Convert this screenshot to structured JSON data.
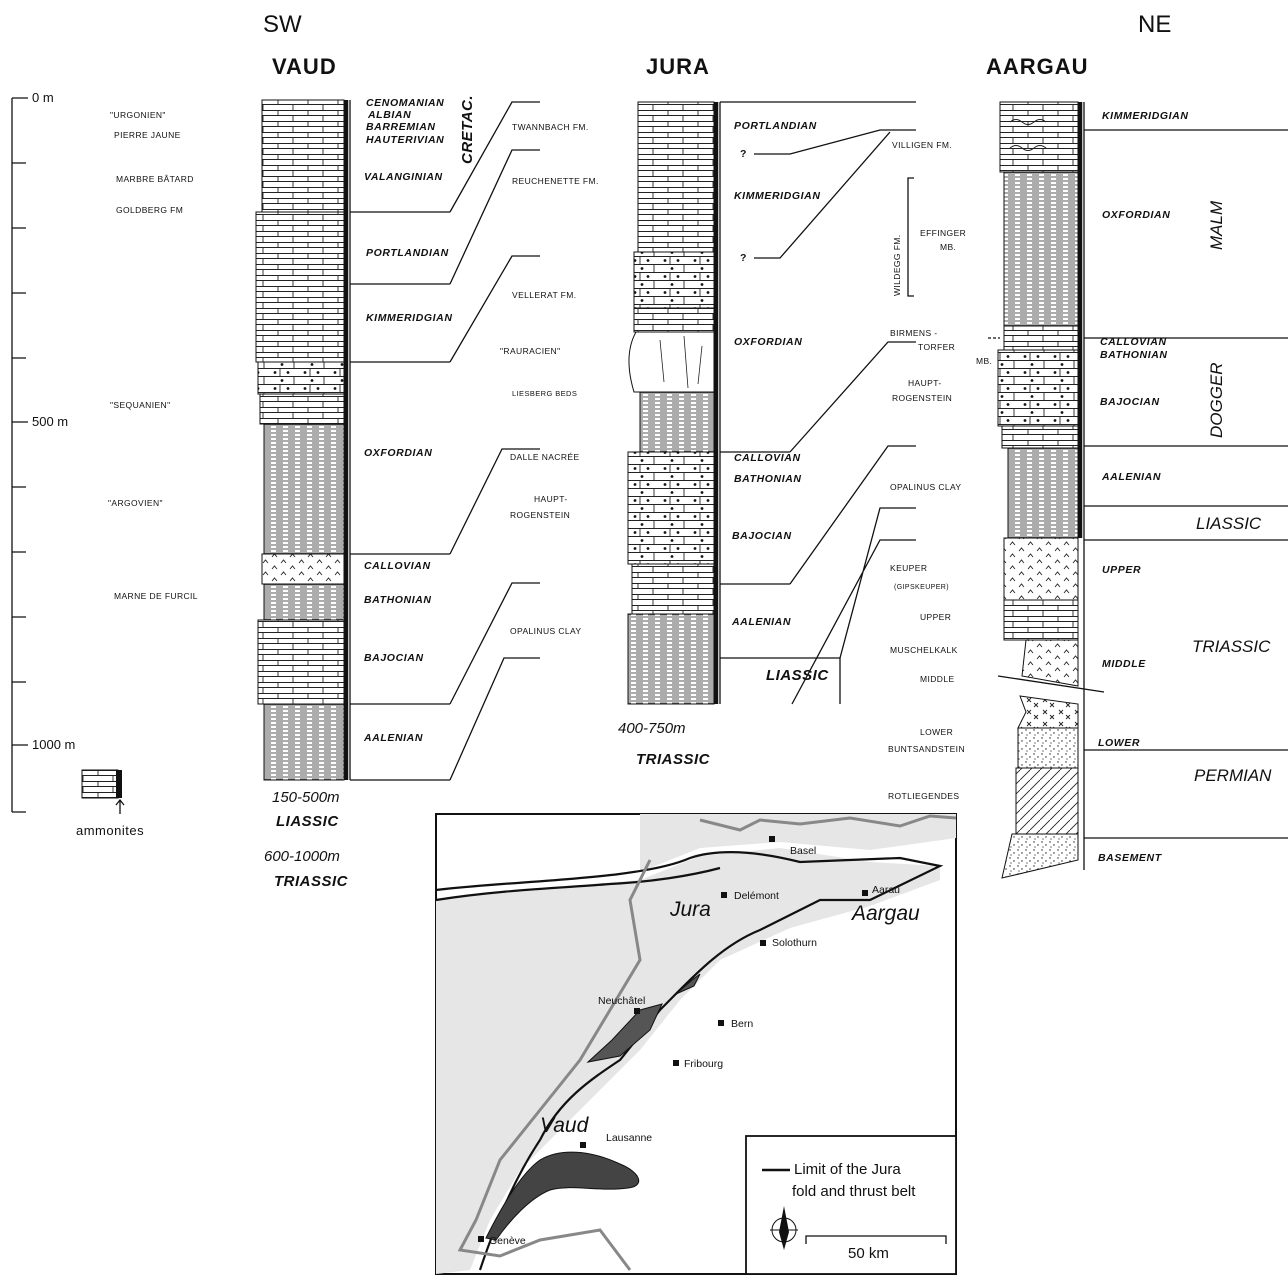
{
  "directions": {
    "sw": "SW",
    "ne": "NE"
  },
  "columns": {
    "vaud": {
      "title": "VAUD",
      "formations": [
        "\"URGONIEN\"",
        "PIERRE JAUNE",
        "MARBRE BÂTARD",
        "GOLDBERG FM",
        "\"SEQUANIEN\"",
        "\"ARGOVIEN\"",
        "MARNE DE FURCIL"
      ],
      "stages": [
        "CENOMANIAN",
        "ALBIAN",
        "BARREMIAN",
        "HAUTERIVIAN",
        "VALANGINIAN",
        "PORTLANDIAN",
        "KIMMERIDGIAN",
        "OXFORDIAN",
        "CALLOVIAN",
        "BATHONIAN",
        "BAJOCIAN",
        "AALENIAN"
      ],
      "system": "CRETAC.",
      "thickness": [
        "150-500m",
        "LIASSIC",
        "600-1000m",
        "TRIASSIC"
      ]
    },
    "jura": {
      "title": "JURA",
      "formations": [
        "TWANNBACH FM.",
        "REUCHENETTE FM.",
        "VELLERAT FM.",
        "\"RAURACIEN\"",
        "LIESBERG BEDS",
        "DALLE NACRÉE",
        "HAUPT-",
        "ROGENSTEIN",
        "OPALINUS CLAY"
      ],
      "stages": [
        "PORTLANDIAN",
        "KIMMERIDGIAN",
        "OXFORDIAN",
        "CALLOVIAN",
        "BATHONIAN",
        "BAJOCIAN",
        "AALENIAN",
        "LIASSIC"
      ],
      "query": "?",
      "thickness": [
        "400-750m",
        "TRIASSIC"
      ]
    },
    "aargau": {
      "title": "AARGAU",
      "formations": [
        "VILLIGEN FM.",
        "WILDEGG FM.",
        "EFFINGER",
        "MB.",
        "BIRMENS -",
        "TORFER",
        "MB.",
        "HAUPT-",
        "ROGENSTEIN",
        "OPALINUS CLAY",
        "KEUPER",
        "(GIPSKEUPER)",
        "UPPER",
        "MUSCHELKALK",
        "MIDDLE",
        "LOWER",
        "BUNTSANDSTEIN",
        "ROTLIEGENDES"
      ],
      "stages": [
        "KIMMERIDGIAN",
        "OXFORDIAN",
        "CALLOVIAN",
        "BATHONIAN",
        "BAJOCIAN",
        "AALENIAN",
        "UPPER",
        "MIDDLE",
        "LOWER",
        "BASEMENT"
      ],
      "systems": [
        "MALM",
        "DOGGER",
        "LIASSIC",
        "TRIASSIC",
        "PERMIAN"
      ]
    }
  },
  "scale": {
    "labels": [
      "0 m",
      "500 m",
      "1000 m"
    ]
  },
  "legend_ammonites": "ammonites",
  "map": {
    "cities": [
      "Basel",
      "Delémont",
      "Aarau",
      "Solothurn",
      "Neuchâtel",
      "Bern",
      "Fribourg",
      "Lausanne",
      "Genève"
    ],
    "regions": [
      "Jura",
      "Aargau",
      "Vaud"
    ],
    "legend_lines": [
      "Limit of the Jura",
      "fold and thrust belt"
    ],
    "scalebar": "50 km"
  }
}
